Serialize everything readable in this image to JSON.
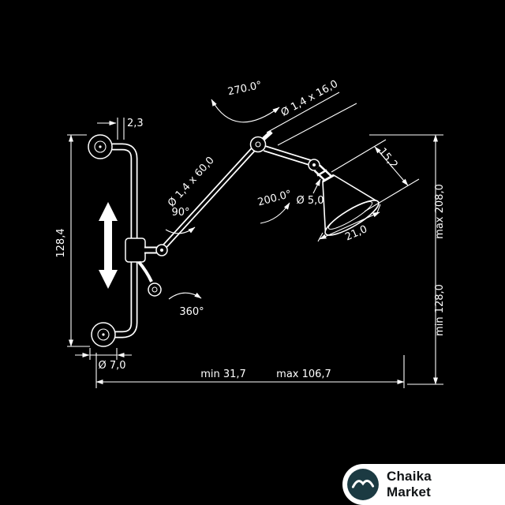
{
  "colors": {
    "background": "#000000",
    "line": "#ffffff",
    "logo_background": "#ffffff",
    "logo_mark": "#1b3a42",
    "logo_text": "#101315"
  },
  "dimensions": {
    "tube_diameter": "2,3",
    "bar_length": "128,4",
    "flange_diameter": "Ø 7,0",
    "reach_min": "min 31,7",
    "reach_max": "max 106,7",
    "height_min": "min 128,0",
    "height_max": "max 208,0",
    "arm_rod": "Ø 1,4 x 60,0",
    "top_screw": "Ø 1,4 x 16,0",
    "shade_height": "15,2",
    "shade_diameter": "21,0",
    "socket_diameter": "Ø 5,0"
  },
  "angles": {
    "upper_joint_rotation": "270.0°",
    "head_rotation": "200.0°",
    "elbow_angle": "90°",
    "swivel": "360°"
  },
  "logo": {
    "line1": "Chaika",
    "line2": "Market"
  }
}
